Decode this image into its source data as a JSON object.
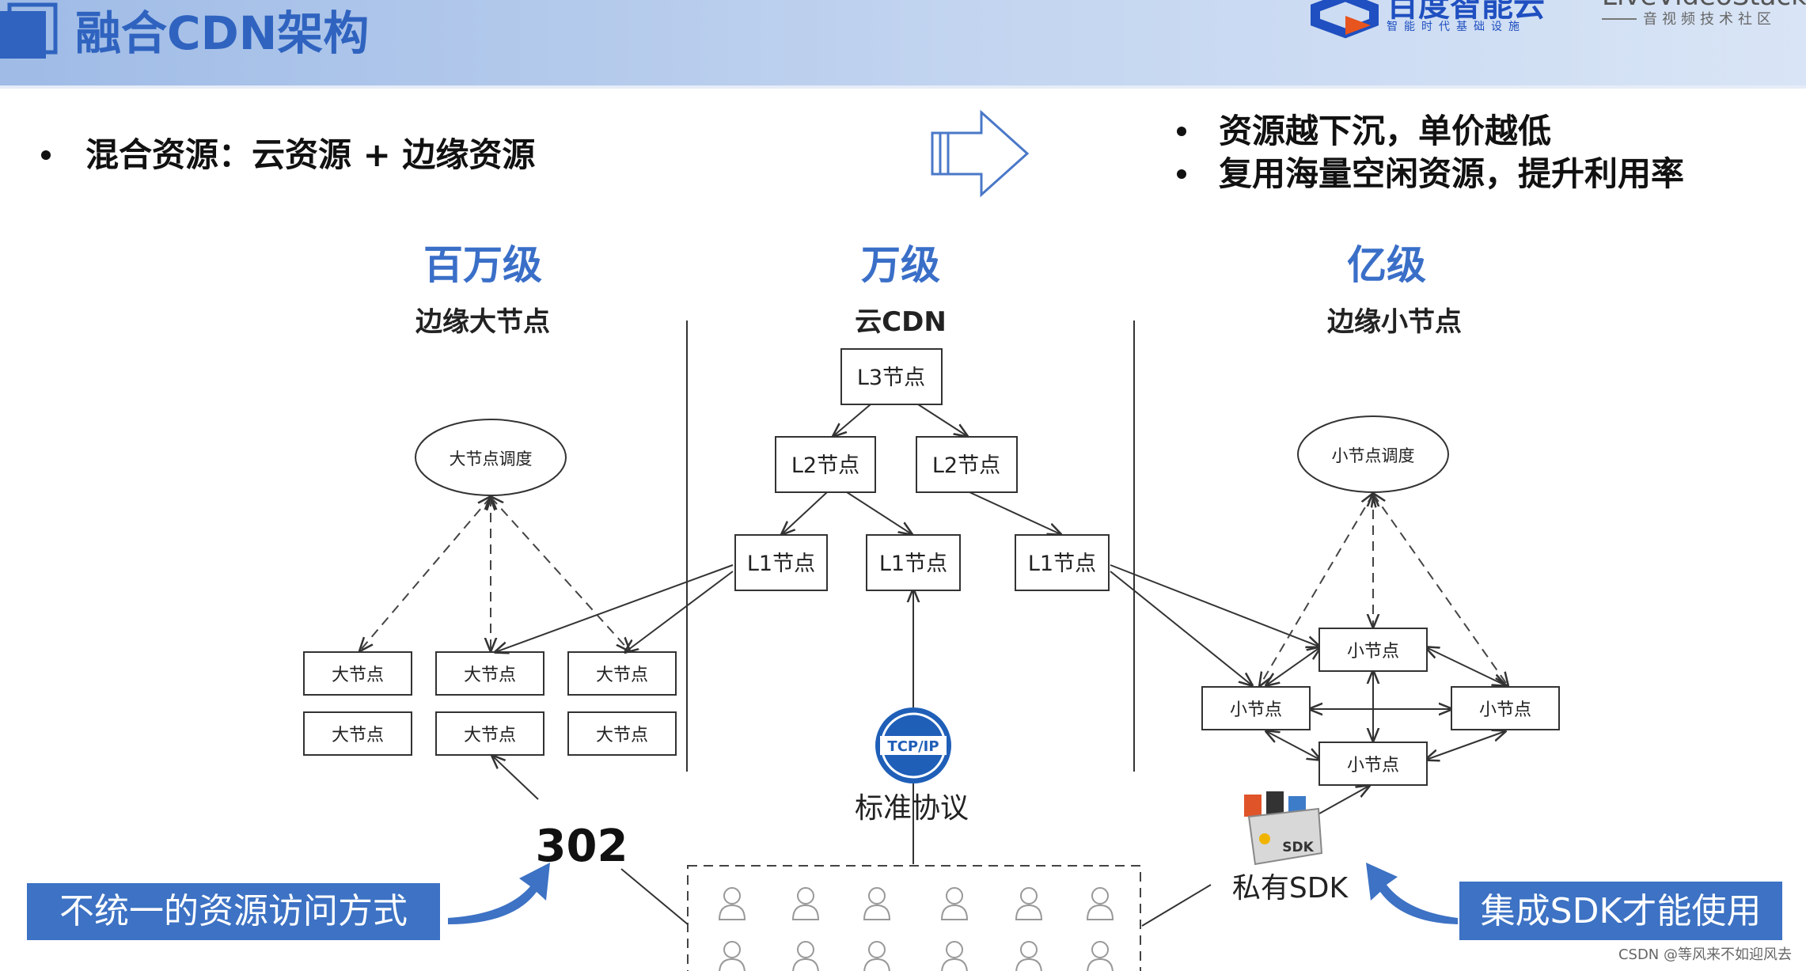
{
  "header": {
    "title": "融合CDN架构",
    "logo_text": "百度智能云",
    "logo_sub": "智能时代基础设施",
    "partner_text": "LiveVideoStack",
    "partner_sub": "音视频技术社区",
    "colors": {
      "band": "#a9c3ea",
      "title": "#2f63bf",
      "logo_blue": "#1f4fc0",
      "logo_orange": "#e8541e"
    }
  },
  "bullets": {
    "left": [
      "混合资源：云资源 + 边缘资源"
    ],
    "right": [
      "资源越下沉，单价越低",
      "复用海量空闲资源，提升利用率"
    ]
  },
  "columns": [
    {
      "tier": "百万级",
      "subtitle": "边缘大节点"
    },
    {
      "tier": "万级",
      "subtitle": "云CDN"
    },
    {
      "tier": "亿级",
      "subtitle": "边缘小节点"
    }
  ],
  "left_group": {
    "scheduler": "大节点调度",
    "nodes": [
      "大节点",
      "大节点",
      "大节点",
      "大节点",
      "大节点",
      "大节点"
    ]
  },
  "middle_group": {
    "l3": "L3节点",
    "l2": [
      "L2节点",
      "L2节点"
    ],
    "l1": [
      "L1节点",
      "L1节点",
      "L1节点"
    ]
  },
  "right_group": {
    "scheduler": "小节点调度",
    "nodes": [
      "小节点",
      "小节点",
      "小节点",
      "小节点"
    ]
  },
  "protocol": {
    "icon_text": "TCP/IP",
    "label": "标准协议"
  },
  "redirect_code": "302",
  "sdk": {
    "icon_text": "SDK",
    "label": "私有SDK"
  },
  "callouts": {
    "left": "不统一的资源访问方式",
    "right": "集成SDK才能使用",
    "color": "#3d72c4"
  },
  "watermark": "CSDN @等风来不如迎风去"
}
